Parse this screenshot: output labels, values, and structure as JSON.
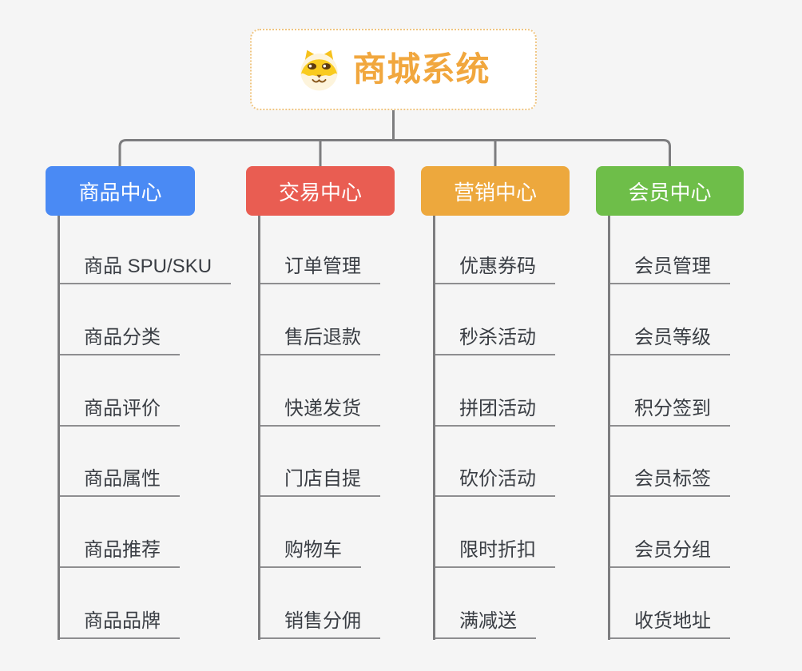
{
  "root": {
    "title": "商城系统",
    "icon": "shiba-dog-icon",
    "accent_color": "#f1a73e",
    "border_color": "#efc582"
  },
  "branches": [
    {
      "label": "商品中心",
      "color": "#4a8af4",
      "children": [
        "商品 SPU/SKU",
        "商品分类",
        "商品评价",
        "商品属性",
        "商品推荐",
        "商品品牌"
      ]
    },
    {
      "label": "交易中心",
      "color": "#e95d52",
      "children": [
        "订单管理",
        "售后退款",
        "快递发货",
        "门店自提",
        "购物车",
        "销售分佣"
      ]
    },
    {
      "label": "营销中心",
      "color": "#eda83d",
      "children": [
        "优惠券码",
        "秒杀活动",
        "拼团活动",
        "砍价活动",
        "限时折扣",
        "满减送"
      ]
    },
    {
      "label": "会员中心",
      "color": "#6ebe49",
      "children": [
        "会员管理",
        "会员等级",
        "积分签到",
        "会员标签",
        "会员分组",
        "收货地址"
      ]
    }
  ],
  "colors": {
    "background": "#f5f5f5",
    "connector": "#7d7d7f",
    "leaf_underline": "#8e8e90",
    "leaf_text": "#3a3e44",
    "branch_text": "#ffffff"
  }
}
